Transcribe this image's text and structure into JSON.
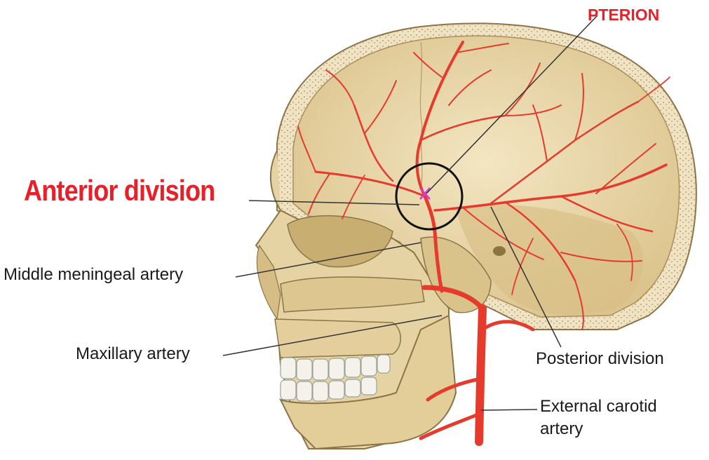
{
  "labels": {
    "pterion": "PTERION",
    "anterior_division": "Anterior division",
    "middle_meningeal_artery": "Middle meningeal artery",
    "maxillary_artery": "Maxillary artery",
    "posterior_division": "Posterior division",
    "external_carotid_line1": "External carotid",
    "external_carotid_line2": "artery"
  },
  "icons": {
    "pterion_marker": "x-mark-icon",
    "highlight": "circle-highlight-icon"
  },
  "colors": {
    "highlight_label": "#e8202a",
    "artery": "#e63a2c",
    "bone": "#e9d8ad",
    "bone_dark": "#c9b27a",
    "marker": "#d63ad6",
    "text": "#1a1a1a"
  }
}
